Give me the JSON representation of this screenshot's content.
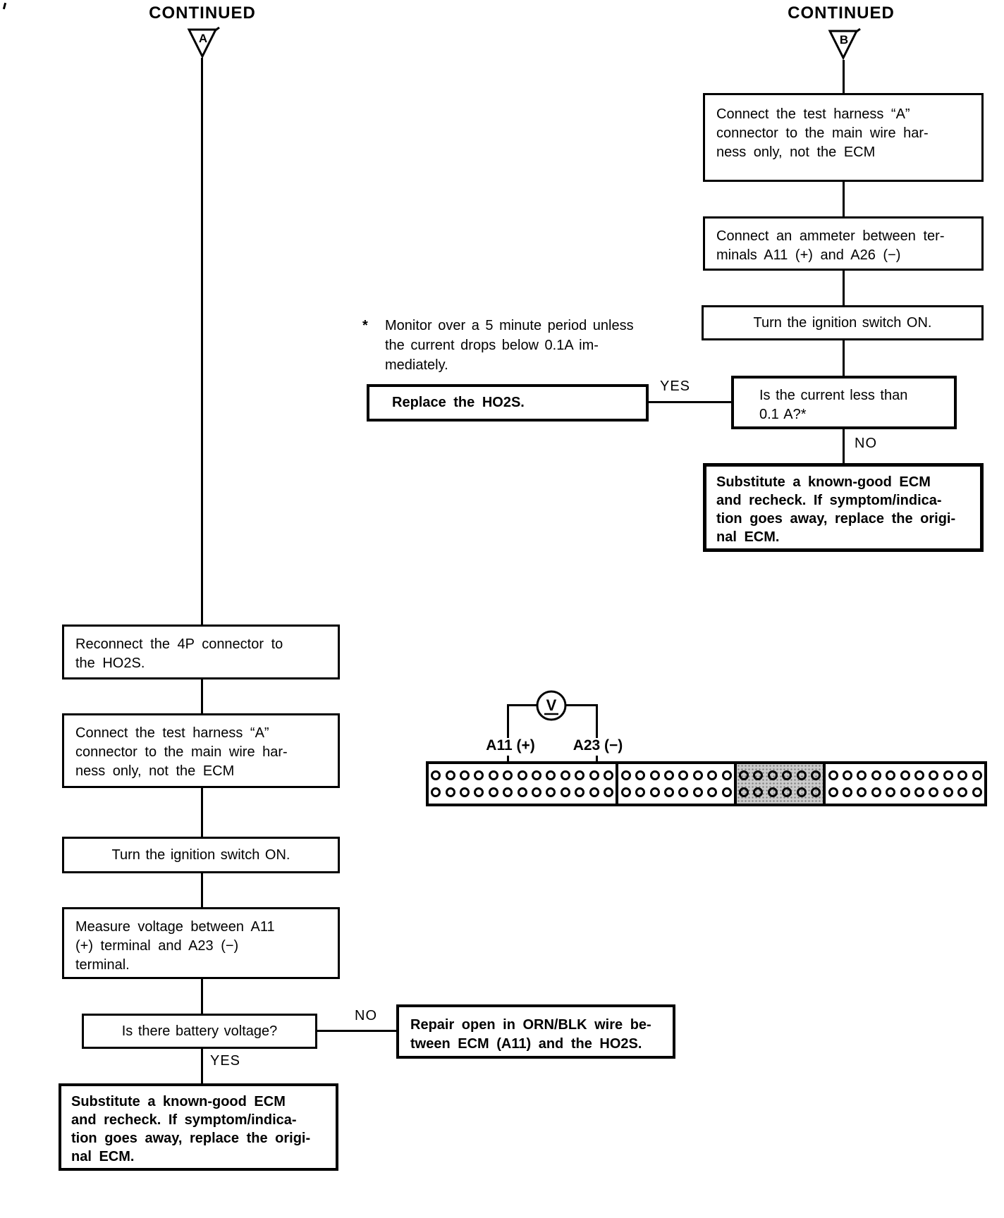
{
  "colors": {
    "ink": "#000000",
    "paper": "#ffffff",
    "shaded_section": "#cbcbcb"
  },
  "left_flow": {
    "continued_label": "CONTINUED",
    "marker": "A",
    "steps": {
      "reconnect_4p": "Reconnect the 4P connector to\nthe HO2S.",
      "connect_test_harness": "Connect the test harness “A”\nconnector to the main wire har-\nness only, not the ECM",
      "ignition_on": "Turn the ignition switch ON.",
      "measure_voltage": "Measure voltage between A11\n(+) terminal and A23 (−)\nterminal.",
      "battery_voltage_question": "Is there battery voltage?",
      "substitute_ecm": "Substitute a known-good ECM\nand recheck. If symptom/indica-\ntion goes away, replace the origi-\nnal ECM.",
      "repair_open": "Repair open in ORN/BLK wire be-\ntween ECM (A11) and the HO2S."
    },
    "yes_label": "YES",
    "no_label": "NO"
  },
  "right_flow": {
    "continued_label": "CONTINUED",
    "marker": "B",
    "steps": {
      "connect_test_harness": "Connect the test harness “A”\nconnector to the main wire har-\nness only, not the ECM",
      "connect_ammeter": "Connect an ammeter between ter-\nminals A11 (+) and A26 (−)",
      "ignition_on": "Turn the ignition switch ON.",
      "current_question": "Is the current less than\n0.1 A?*",
      "replace_ho2s": "Replace the HO2S.",
      "substitute_ecm": "Substitute a known-good ECM\nand recheck. If symptom/indica-\ntion goes away, replace the origi-\nnal ECM."
    },
    "yes_label": "YES",
    "no_label": "NO"
  },
  "footnote": {
    "star": "*",
    "text": "Monitor over a 5 minute period unless\nthe current drops below 0.1A im-\nmediately."
  },
  "meter_diagram": {
    "meter_symbol": "V",
    "positive_label": "A11 (+)",
    "negative_label": "A23 (−)",
    "connector_sections": [
      {
        "name": "A",
        "pins_per_row": 13,
        "rows": 2,
        "shaded": false
      },
      {
        "name": "B",
        "pins_per_row": 8,
        "rows": 2,
        "shaded": false
      },
      {
        "name": "C",
        "pins_per_row": 6,
        "rows": 2,
        "shaded": true
      },
      {
        "name": "D",
        "pins_per_row": 11,
        "rows": 2,
        "shaded": false
      }
    ]
  }
}
